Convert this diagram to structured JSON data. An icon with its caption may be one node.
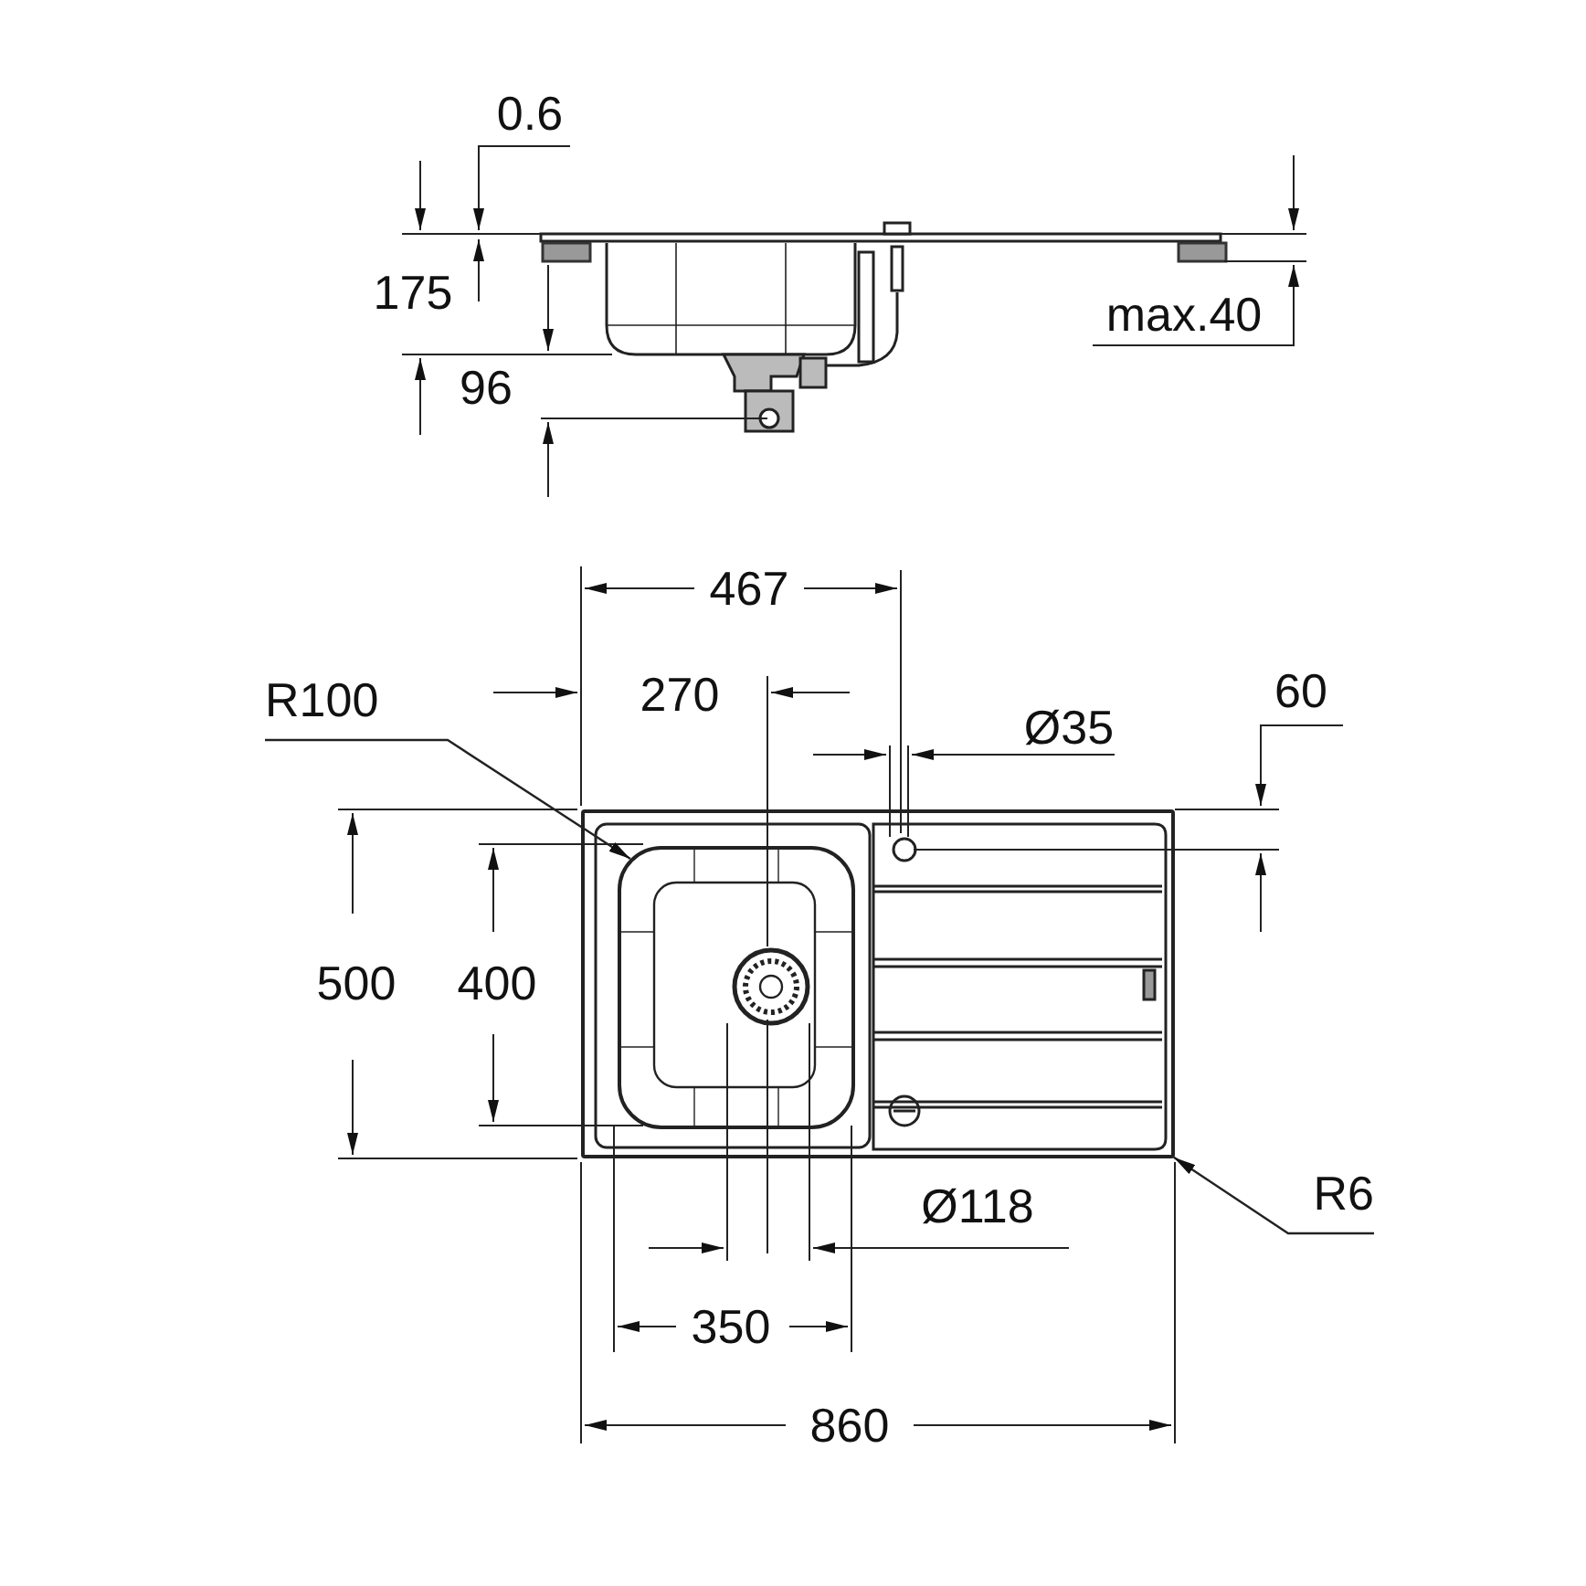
{
  "diagram": {
    "nodes": [
      {
        "text": [
          "R100"
        ]
      },
      {
        "text": [],
        "shape": "box"
      },
      {
        "text": [],
        "shape": "box",
        "in": 1
      },
      {
        "text": [
          "R6"
        ]
      }
    ],
    "edges": [
      {
        "from": 0,
        "to": 2,
        "arrow": "to"
      },
      {
        "from": 3,
        "to": 1,
        "arrow": "to"
      }
    ],
    "labels": [
      "0.6",
      "175",
      "max.40",
      "96",
      "467",
      "270",
      "Ø35",
      "60",
      "500",
      "400",
      "Ø118",
      "350",
      "860"
    ]
  }
}
